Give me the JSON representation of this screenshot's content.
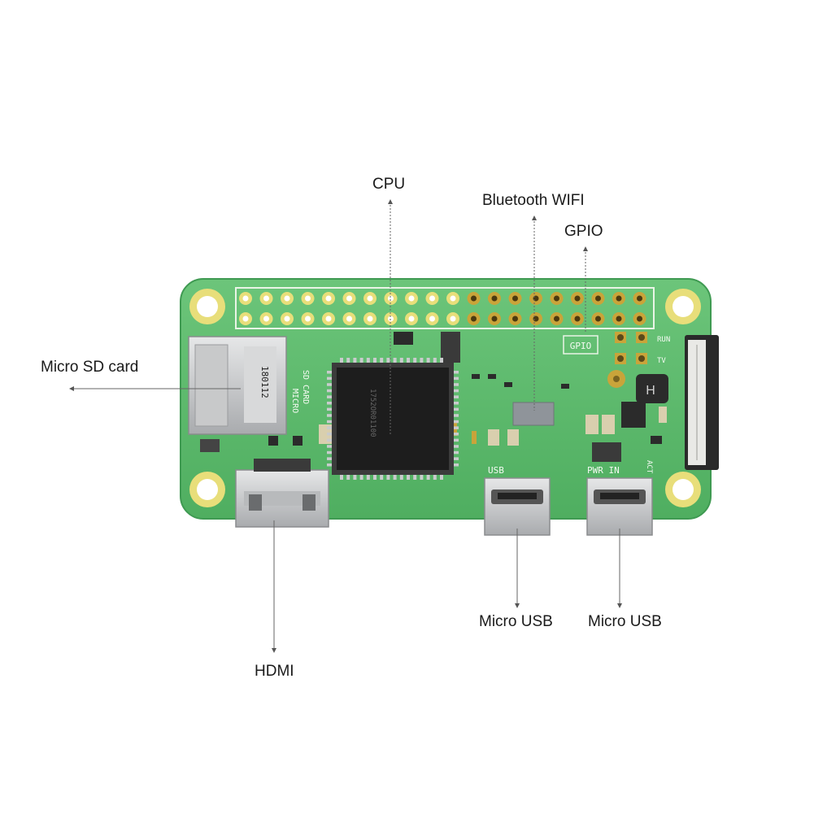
{
  "labels": {
    "cpu": "CPU",
    "bluetooth_wifi": "Bluetooth WIFI",
    "gpio": "GPIO",
    "micro_sd": "Micro SD card",
    "hdmi": "HDMI",
    "micro_usb_1": "Micro USB",
    "micro_usb_2": "Micro USB"
  },
  "board_print": {
    "gpio": "GPIO",
    "run": "RUN",
    "tv": "TV",
    "usb": "USB",
    "pwr_in": "PWR IN",
    "act": "ACT",
    "micro_sd_1": "MICRO",
    "micro_sd_2": "SD CARD",
    "chip_code": "1752OR01100",
    "sd_code": "180112"
  },
  "colors": {
    "board": "#5cb86a",
    "board_edge": "#3f9a52",
    "hole_ring": "#e8de7a",
    "pad_gold": "#c9a43a",
    "chip": "#1d1d1d",
    "metal": "#c9cbcd"
  }
}
